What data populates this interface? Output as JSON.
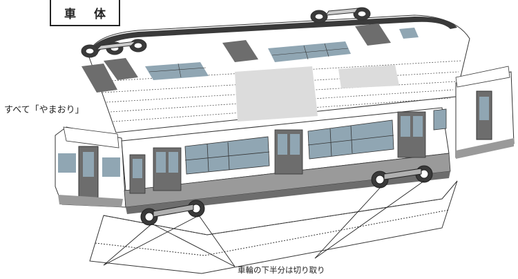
{
  "title": "車 体",
  "labels": {
    "fold_instruction": "すべて「やまおり」",
    "wheel_instruction": "車輪の下半分は切り取り"
  },
  "colors": {
    "body_white": "#ffffff",
    "roof_dark": "#3a3a3a",
    "window_blue": "#90a6b3",
    "door_gray": "#6d6d6d",
    "stripe_gray": "#9a9a9a",
    "line": "#333333"
  }
}
